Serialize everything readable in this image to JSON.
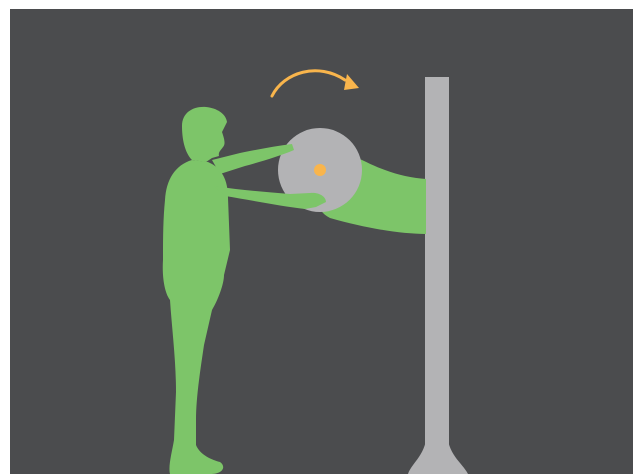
{
  "scene": {
    "background_color": "#4b4c4e",
    "figure_color": "#7dc569",
    "equipment_color": "#b3b3b5",
    "accent_color": "#f9b54c",
    "elements": [
      "person-silhouette",
      "rope-roll",
      "rope-band",
      "support-pole",
      "rotation-arrow-icon"
    ]
  }
}
